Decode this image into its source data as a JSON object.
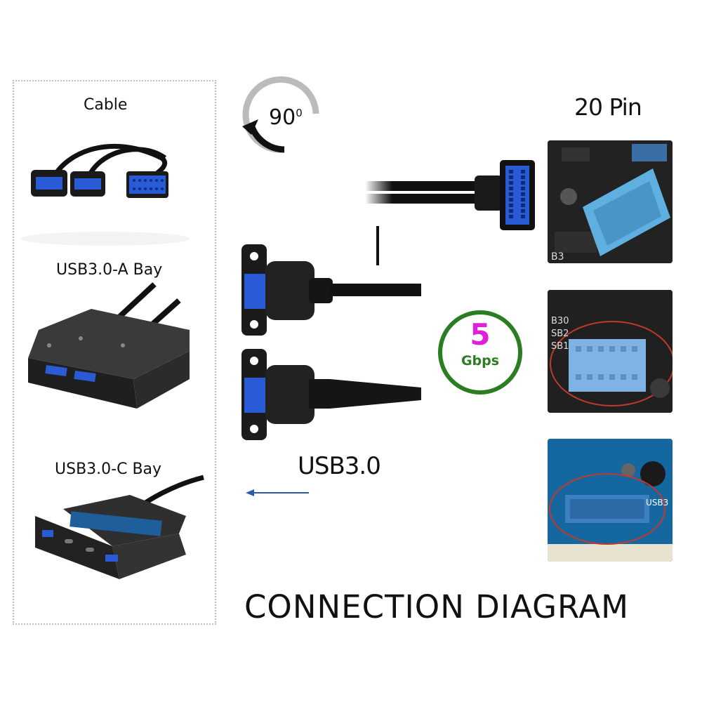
{
  "items": {
    "cable": "Cable",
    "a_bay": "USB3.0-A Bay",
    "c_bay": "USB3.0-C Bay"
  },
  "rotation": {
    "angle": "90",
    "unit": "0"
  },
  "header_pin": "20 Pin",
  "speed": {
    "value": "5",
    "unit": "Gbps"
  },
  "connector_label": "USB3.0",
  "title": "CONNECTION DIAGRAM",
  "colors": {
    "usb_blue": "#2a5bd7",
    "header_blue": "#5aa9e0",
    "speed_magenta": "#e020d8",
    "speed_green": "#2b7d22",
    "arrow_blue": "#2b5aa8"
  }
}
